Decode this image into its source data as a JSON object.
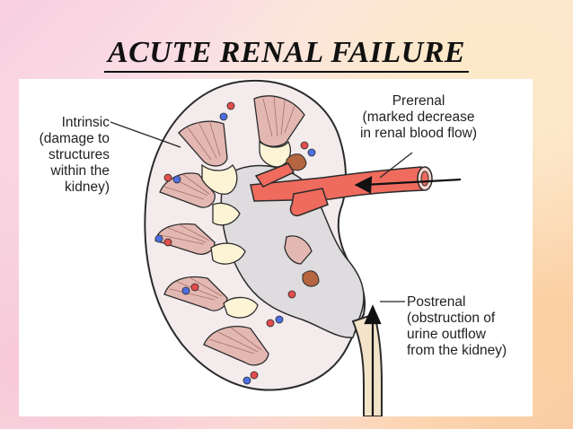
{
  "slide": {
    "title": "ACUTE RENAL FAILURE"
  },
  "labels": {
    "intrinsic": [
      "Intrinsic",
      "(damage to",
      "structures",
      "within the",
      "kidney)"
    ],
    "prerenal": [
      "Prerenal",
      "(marked decrease",
      "in renal blood flow)"
    ],
    "postrenal": [
      "Postrenal",
      "(obstruction of",
      "urine outflow",
      "from the kidney)"
    ]
  },
  "colors": {
    "artery": "#ef6b5e",
    "pyramid": "#e3b8b2",
    "cortex": "#f3ebec",
    "pelvis": "#dedcdf",
    "calyx": "#fdf4d6",
    "ureter": "#f3e4c9",
    "outline": "#2b2b2b"
  }
}
